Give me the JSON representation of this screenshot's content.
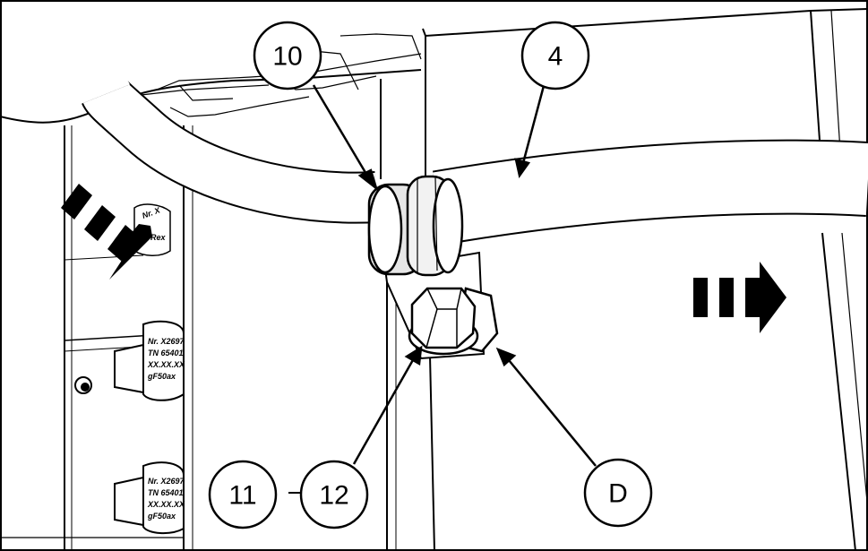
{
  "figure": {
    "callouts": {
      "c10": "10",
      "c4": "4",
      "c11": "11",
      "c12": "12",
      "cD": "D"
    },
    "component_labels": {
      "upper": [
        "Nr. X2697",
        "TN 65401",
        "XX.XX.XX",
        "gF50ax"
      ],
      "lower": [
        "Nr. X2697",
        "TN 65401",
        "XX.XX.XX",
        "gF50ax"
      ]
    },
    "colors": {
      "line": "#000000",
      "fill": "#ffffff",
      "shade": "#e6e6e6",
      "arrow": "#000000"
    },
    "icons": [
      "flow-arrow-icon",
      "flow-arrow-icon"
    ]
  }
}
